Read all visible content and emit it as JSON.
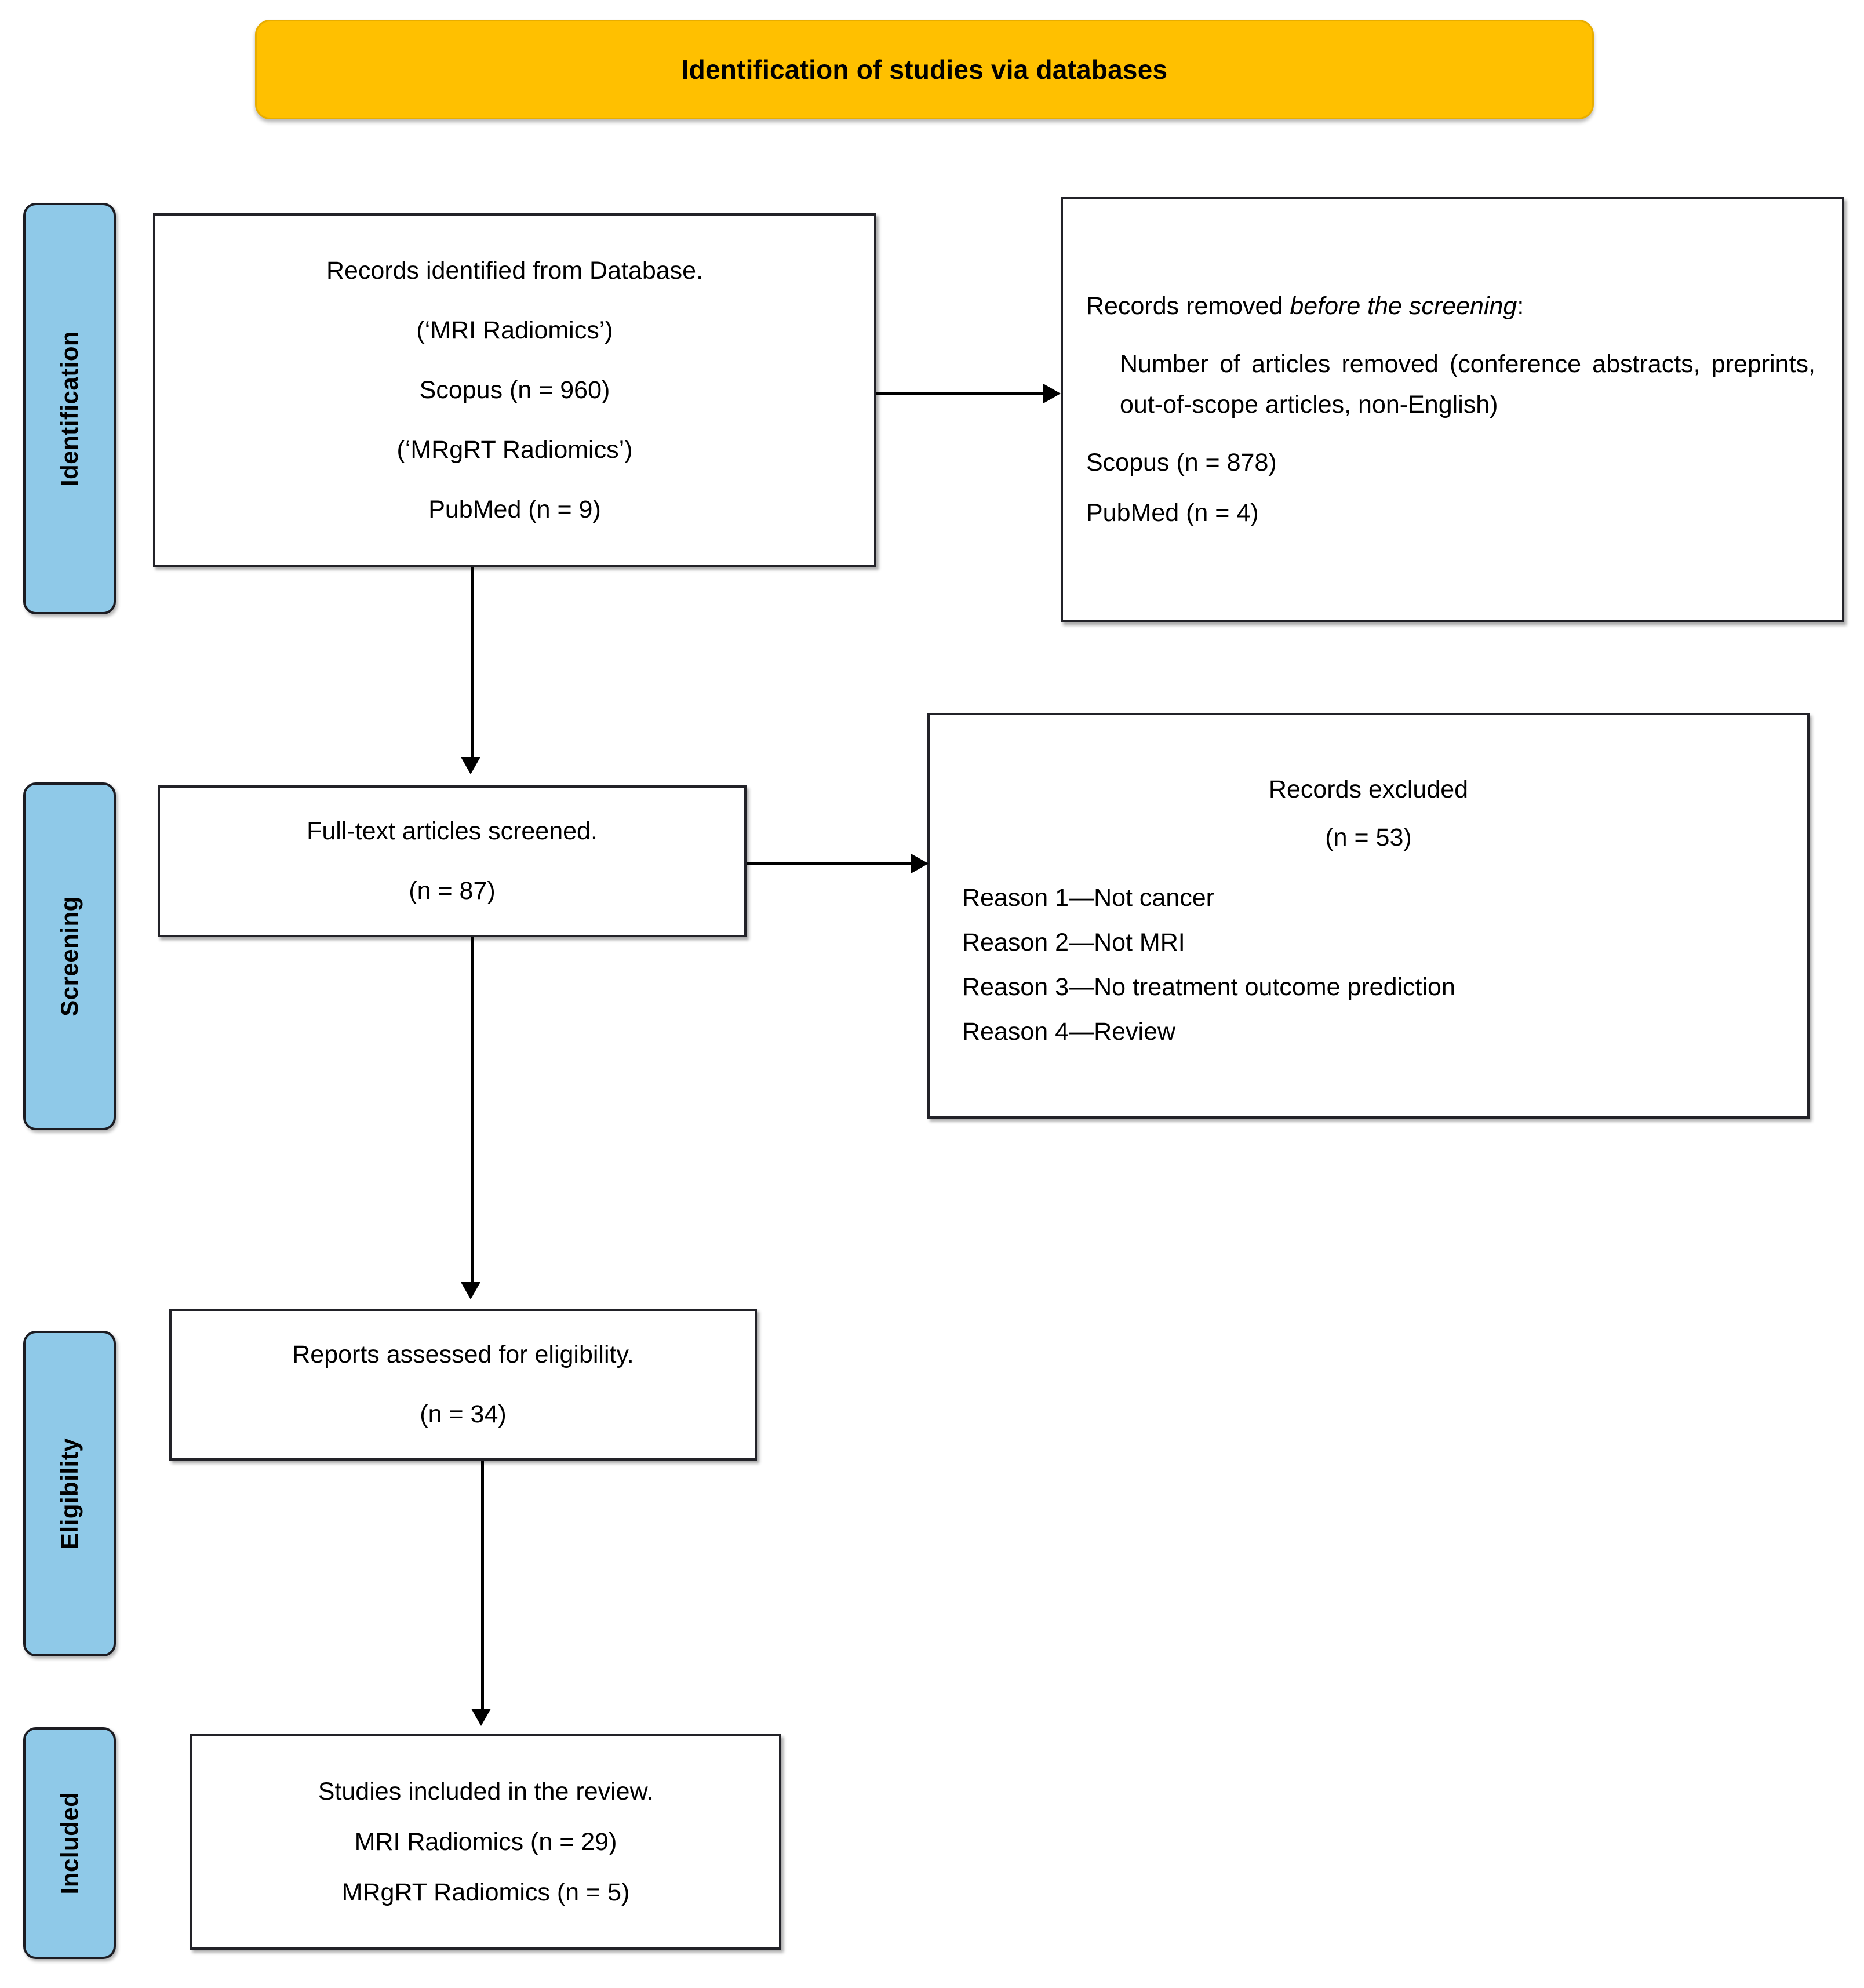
{
  "diagram": {
    "title": "Identification of studies via databases",
    "type": "prisma-flow-diagram",
    "colors": {
      "banner_fill": "#ffc000",
      "phase_fill": "#8fc9e8",
      "box_border": "#222228",
      "connector": "#000000",
      "background": "#ffffff"
    }
  },
  "phases": [
    {
      "id": "identification",
      "label": "Identification"
    },
    {
      "id": "screening",
      "label": "Screening"
    },
    {
      "id": "eligibility",
      "label": "Eligibility"
    },
    {
      "id": "included",
      "label": "Included"
    }
  ],
  "boxes": {
    "records_identified": {
      "id": "records-identified",
      "lines": [
        "Records identified from Database.",
        "(‘MRI Radiomics’)",
        "Scopus (n = 960)",
        "(‘MRgRT Radiomics’)",
        "PubMed (n = 9)"
      ]
    },
    "records_removed": {
      "id": "records-removed",
      "heading_prefix": "Records removed ",
      "heading_italic": "before the screening",
      "heading_suffix": ":",
      "body": "Number of articles removed (conference abstracts, preprints, out-of-scope articles, non-English)",
      "lines": [
        "Scopus (n = 878)",
        "PubMed (n = 4)"
      ]
    },
    "fulltext_screened": {
      "id": "fulltext-screened",
      "lines": [
        "Full-text articles screened.",
        "(n = 87)"
      ]
    },
    "records_excluded": {
      "id": "records-excluded",
      "title": "Records excluded",
      "count": "(n = 53)",
      "reasons": [
        "Reason 1—Not cancer",
        "Reason 2—Not MRI",
        "Reason 3—No treatment outcome prediction",
        "Reason 4—Review"
      ]
    },
    "reports_assessed": {
      "id": "reports-assessed",
      "lines": [
        "Reports assessed for eligibility.",
        "(n = 34)"
      ]
    },
    "studies_included": {
      "id": "studies-included",
      "lines": [
        "Studies included in the review.",
        "MRI Radiomics (n = 29)",
        "MRgRT Radiomics (n = 5)"
      ]
    }
  }
}
